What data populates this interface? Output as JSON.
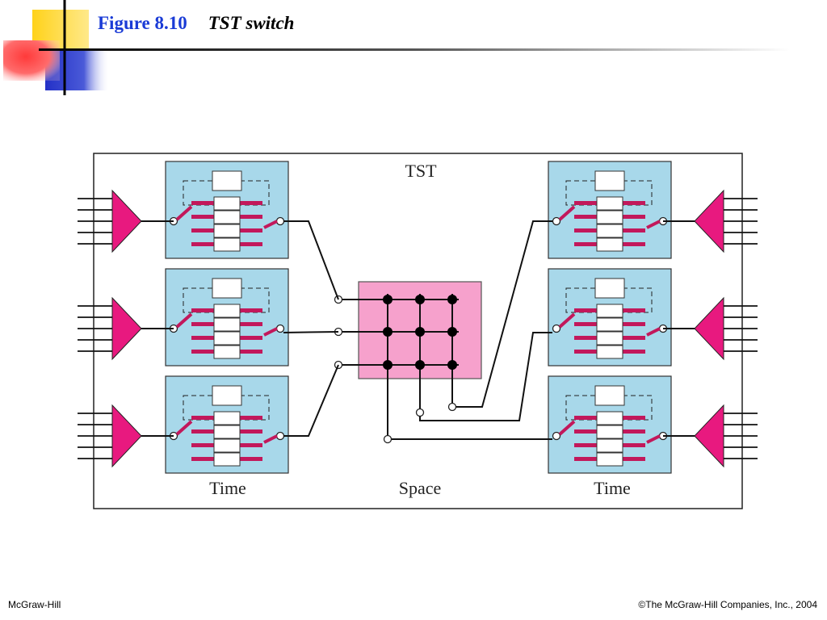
{
  "header": {
    "figure_number": "Figure 8.10",
    "figure_title": "TST switch"
  },
  "diagram": {
    "title": "TST",
    "left_stage_label": "Time",
    "middle_stage_label": "Space",
    "right_stage_label": "Time",
    "tsi_count_per_side": 3,
    "crossbar": {
      "rows": 3,
      "cols": 3
    }
  },
  "footer": {
    "left": "McGraw-Hill",
    "right": "©The McGraw-Hill Companies, Inc., 2004"
  },
  "colors": {
    "tsi_fill": "#a8d8ea",
    "crossbar_fill": "#f6a1cc",
    "mux_fill": "#e8197f",
    "slot_bar": "#c2185b",
    "title_blue": "#1a3bd6"
  }
}
